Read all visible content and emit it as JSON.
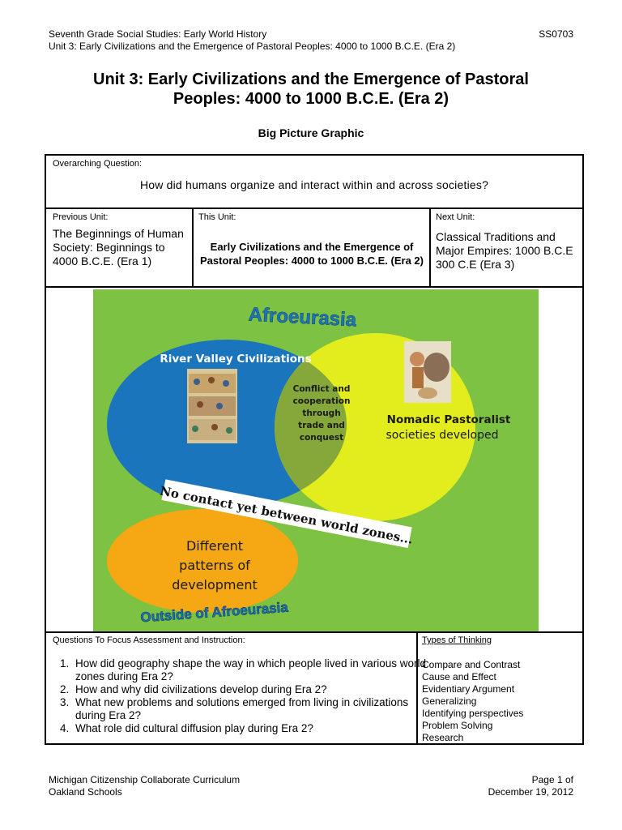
{
  "header": {
    "course": "Seventh Grade Social Studies: Early World History",
    "code": "SS0703",
    "unit_line": "Unit 3: Early Civilizations and the Emergence of Pastoral Peoples:  4000 to 1000 B.C.E. (Era 2)"
  },
  "title": {
    "line1": "Unit 3:  Early Civilizations and the Emergence of Pastoral",
    "line2": "Peoples: 4000 to 1000 B.C.E. (Era 2)"
  },
  "subtitle": "Big Picture Graphic",
  "overarching": {
    "label": "Overarching Question:",
    "question": "How did humans organize and interact within and across societies?"
  },
  "units": {
    "previous_label": "Previous Unit:",
    "previous_text": "The Beginnings of Human Society: Beginnings to 4000 B.C.E. (Era 1)",
    "this_label": "This Unit:",
    "this_text": "Early Civilizations and the Emergence of Pastoral Peoples: 4000 to 1000 B.C.E. (Era 2)",
    "next_label": "Next Unit:",
    "next_text": "Classical Traditions and Major Empires: 1000 B.C.E  300 C.E (Era 3)"
  },
  "graphic": {
    "afroeurasia": "Afroeurasia",
    "river_valley": "River Valley Civilizations",
    "overlap_line1": "Conflict and",
    "overlap_line2": "cooperation",
    "overlap_line3": "through",
    "overlap_line4": "trade and",
    "overlap_line5": "conquest",
    "nomadic_bold": "Nomadic Pastoralist",
    "nomadic_plain": "societies developed",
    "no_contact": "No contact yet between world zones...",
    "different_line1": "Different",
    "different_line2": "patterns of",
    "different_line3": "development",
    "outside": "Outside of Afroeurasia",
    "colors": {
      "green": "#7DC242",
      "blue": "#1B75BC",
      "yellow": "#E3EC1C",
      "orange": "#F5A813"
    }
  },
  "questions": {
    "label": "Questions To Focus Assessment and Instruction:",
    "items": [
      "How did geography shape the way in which people lived in various world zones during Era 2?",
      "How and why did civilizations develop during Era 2?",
      "What new problems and solutions emerged from living in civilizations during Era 2?",
      "What role did cultural diffusion play during Era 2?"
    ]
  },
  "thinking": {
    "label": "Types of Thinking",
    "items": [
      "Compare and Contrast",
      "Cause and Effect",
      "Evidentiary Argument",
      "Generalizing",
      "Identifying perspectives",
      "Problem Solving",
      "Research"
    ]
  },
  "footer": {
    "org1": "Michigan Citizenship Collaborate Curriculum",
    "org2": "Oakland Schools",
    "page": "Page 1 of",
    "date": "December 19, 2012"
  }
}
